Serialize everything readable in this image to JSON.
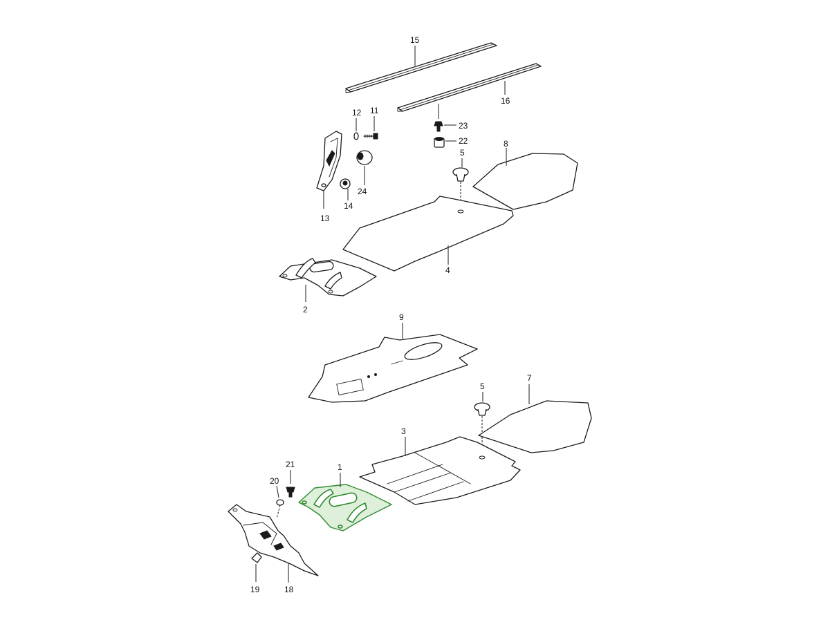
{
  "diagram": {
    "highlight_color": "#2f8a2f",
    "line_color": "#1a1a1a",
    "callouts": {
      "c1": "1",
      "c2": "2",
      "c3": "3",
      "c4": "4",
      "c5a": "5",
      "c5b": "5",
      "c7": "7",
      "c8": "8",
      "c9": "9",
      "c11": "11",
      "c12": "12",
      "c13": "13",
      "c14": "14",
      "c15": "15",
      "c16": "16",
      "c18": "18",
      "c19": "19",
      "c20": "20",
      "c21": "21",
      "c22": "22",
      "c23": "23",
      "c24": "24"
    }
  }
}
